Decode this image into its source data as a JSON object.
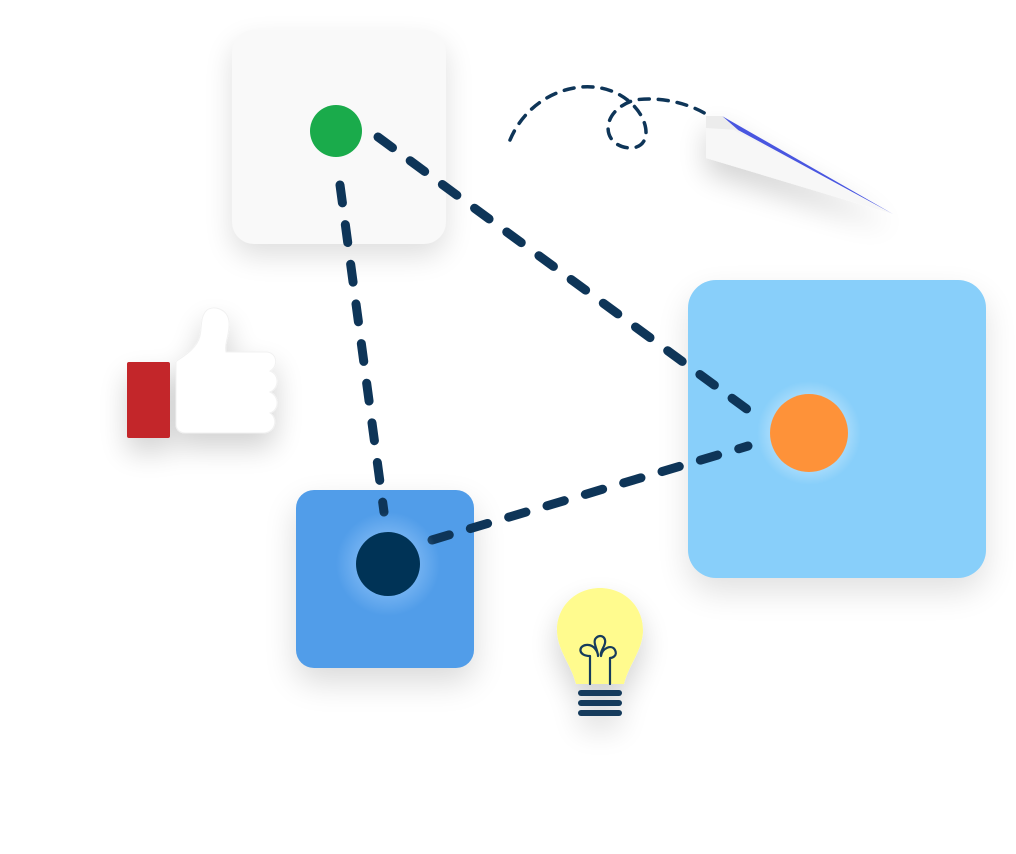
{
  "scene": {
    "description_items": [
      "thumbs-up",
      "paper-plane",
      "lightbulb",
      "network"
    ],
    "colors": {
      "background": "#ffffff",
      "card_white": "#f9f9f9",
      "card_light_blue": "#88cffa",
      "card_blue": "#519de9",
      "node_green": "#1aab4b",
      "node_orange": "#fe9239",
      "node_navy": "#003356",
      "connector": "#0e3558",
      "thumb_cuff": "#c3272a",
      "thumb_hand": "#ffffff",
      "plane_edge": "#4a57e0",
      "bulb_glass": "#fffb8e",
      "bulb_base": "#123a5c"
    },
    "icons": [
      "thumbs-up-icon",
      "paper-plane-icon",
      "lightbulb-icon"
    ]
  }
}
